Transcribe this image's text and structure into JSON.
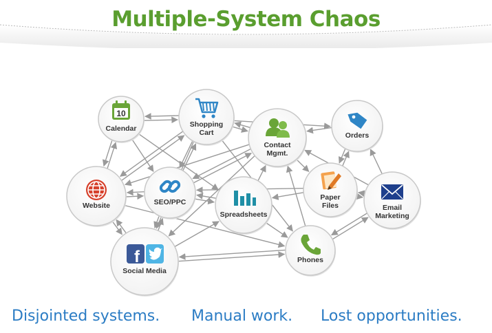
{
  "title": "Multiple-System Chaos",
  "nodes": [
    {
      "id": "calendar",
      "label_lines": [
        "Calendar"
      ],
      "icon": "calendar-icon",
      "icon_text": "10"
    },
    {
      "id": "shopping",
      "label_lines": [
        "Shopping",
        "Cart"
      ],
      "icon": "shopping-cart-icon"
    },
    {
      "id": "contact",
      "label_lines": [
        "Contact",
        "Mgmt."
      ],
      "icon": "people-icon"
    },
    {
      "id": "orders",
      "label_lines": [
        "Orders"
      ],
      "icon": "tag-icon"
    },
    {
      "id": "website",
      "label_lines": [
        "Website"
      ],
      "icon": "globe-icon"
    },
    {
      "id": "seo",
      "label_lines": [
        "SEO/PPC"
      ],
      "icon": "link-icon"
    },
    {
      "id": "spreadsheets",
      "label_lines": [
        "Spreadsheets"
      ],
      "icon": "bar-chart-icon"
    },
    {
      "id": "paper",
      "label_lines": [
        "Paper",
        "Files"
      ],
      "icon": "pencil-paper-icon"
    },
    {
      "id": "email",
      "label_lines": [
        "Email",
        "Marketing"
      ],
      "icon": "envelope-icon"
    },
    {
      "id": "social",
      "label_lines": [
        "Social Media"
      ],
      "icon": "facebook-twitter-icon"
    },
    {
      "id": "phones",
      "label_lines": [
        "Phones"
      ],
      "icon": "phone-icon"
    }
  ],
  "edges": [
    [
      "calendar",
      "shopping"
    ],
    [
      "calendar",
      "seo"
    ],
    [
      "calendar",
      "spreadsheets"
    ],
    [
      "calendar",
      "website"
    ],
    [
      "shopping",
      "calendar"
    ],
    [
      "shopping",
      "orders"
    ],
    [
      "shopping",
      "seo"
    ],
    [
      "shopping",
      "contact"
    ],
    [
      "shopping",
      "phones"
    ],
    [
      "shopping",
      "website"
    ],
    [
      "shopping",
      "social"
    ],
    [
      "contact",
      "paper"
    ],
    [
      "contact",
      "website"
    ],
    [
      "contact",
      "seo"
    ],
    [
      "contact",
      "social"
    ],
    [
      "contact",
      "shopping"
    ],
    [
      "orders",
      "contact"
    ],
    [
      "orders",
      "paper"
    ],
    [
      "website",
      "calendar"
    ],
    [
      "website",
      "social"
    ],
    [
      "website",
      "shopping"
    ],
    [
      "website",
      "phones"
    ],
    [
      "website",
      "seo"
    ],
    [
      "seo",
      "shopping"
    ],
    [
      "seo",
      "contact"
    ],
    [
      "seo",
      "spreadsheets"
    ],
    [
      "seo",
      "social"
    ],
    [
      "seo",
      "website"
    ],
    [
      "spreadsheets",
      "phones"
    ],
    [
      "spreadsheets",
      "seo"
    ],
    [
      "spreadsheets",
      "contact"
    ],
    [
      "paper",
      "spreadsheets"
    ],
    [
      "paper",
      "seo"
    ],
    [
      "paper",
      "orders"
    ],
    [
      "paper",
      "email"
    ],
    [
      "email",
      "paper"
    ],
    [
      "email",
      "orders"
    ],
    [
      "email",
      "phones"
    ],
    [
      "email",
      "contact"
    ],
    [
      "phones",
      "email"
    ],
    [
      "phones",
      "social"
    ],
    [
      "phones",
      "contact"
    ],
    [
      "social",
      "phones"
    ],
    [
      "social",
      "website"
    ],
    [
      "social",
      "seo"
    ],
    [
      "social",
      "spreadsheets"
    ]
  ],
  "footer": {
    "items": [
      "Disjointed systems.",
      "Manual work.",
      "Lost opportunities."
    ]
  },
  "colors": {
    "title": "#5a9e2f",
    "footer": "#2b7cc4",
    "edge": "#9a9a9a",
    "node_border": "#c8c8c8",
    "green": "#6aa538",
    "blue": "#2f86c6",
    "red": "#d6402b",
    "teal": "#1f8fa6",
    "orange": "#e07a26",
    "navy": "#1e3f8c",
    "fb": "#3b5998",
    "tw": "#4fb5e5"
  }
}
